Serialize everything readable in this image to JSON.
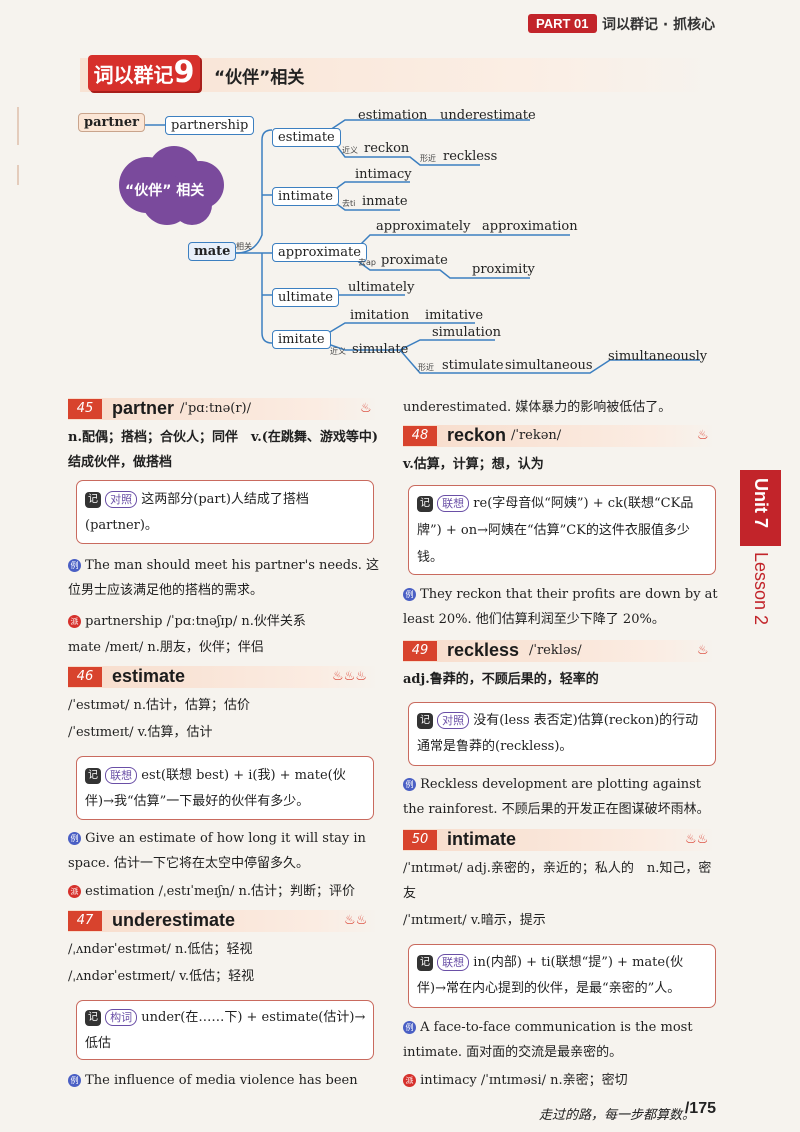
{
  "header": {
    "part": "PART 01",
    "title": "词以群记 · 抓核心"
  },
  "group": {
    "badge": "词以群记",
    "num": "9",
    "title": "“伙伴”相关"
  },
  "mindmap": {
    "partner": "partner",
    "partnership": "partnership",
    "cloud": "“伙伴” 相关",
    "root": "mate",
    "root_tag": "相关",
    "estimate": "estimate",
    "estimation": "estimation",
    "underestimate": "underestimate",
    "reckon": "reckon",
    "reckless": "reckless",
    "tag_syn": "近义",
    "tag_link": "形近",
    "intimate": "intimate",
    "intimacy": "intimacy",
    "inmate": "inmate",
    "tag_ne": "去ti",
    "approximate": "approximate",
    "approximately": "approximately",
    "approximation": "approximation",
    "proximate": "proximate",
    "proximity": "proximity",
    "tag_ap": "去ap",
    "ultimate": "ultimate",
    "ultimately": "ultimately",
    "imitate": "imitate",
    "imitation": "imitation",
    "imitative": "imitative",
    "simulation": "simulation",
    "simulate": "simulate",
    "stimulate": "stimulate",
    "simultaneous": "simultaneous",
    "simultaneously": "simultaneously"
  },
  "left": {
    "e45": {
      "num": "45",
      "word": "partner",
      "phon": "/ˈpɑːtnə(r)/",
      "flames": "♨",
      "def": "n.配偶；搭档；合伙人；同伴　v.(在跳舞、游戏等中)结成伙伴，做搭档",
      "memo_tag": "对照",
      "memo": "这两部分(part)人结成了搭档(partner)。",
      "ex": "The man should meet his partner's needs. 这位男士应该满足他的搭档的需求。",
      "der1": "partnership /ˈpɑːtnəʃɪp/ n.伙伴关系",
      "der2": "mate /meɪt/ n.朋友，伙伴；伴侣"
    },
    "e46": {
      "num": "46",
      "word": "estimate",
      "flames": "♨♨♨",
      "p1": "/ˈestɪmət/ n.估计，估算；估价",
      "p2": "/ˈestɪmeɪt/ v.估算，估计",
      "memo_tag": "联想",
      "memo": "est(联想 best) + i(我) + mate(伙伴)→我“估算”一下最好的伙伴有多少。",
      "ex": "Give an estimate of how long it will stay in space. 估计一下它将在太空中停留多久。",
      "der": "estimation /ˌestɪˈmeɪʃn/ n.估计；判断；评价"
    },
    "e47": {
      "num": "47",
      "word": "underestimate",
      "flames": "♨♨",
      "p1": "/ˌʌndərˈestɪmət/ n.低估；轻视",
      "p2": "/ˌʌndərˈestɪmeɪt/ v.低估；轻视",
      "memo_tag": "构词",
      "memo": "under(在……下) + estimate(估计)→低估",
      "ex": "The influence of media violence has been"
    }
  },
  "right": {
    "cont": "underestimated. 媒体暴力的影响被低估了。",
    "e48": {
      "num": "48",
      "word": "reckon",
      "phon": "/ˈrekən/",
      "flames": "♨",
      "def": "v.估算，计算；想，认为",
      "memo_tag": "联想",
      "memo": "re(字母音似“阿姨”) + ck(联想“CK品牌”) + on→阿姨在“估算”CK的这件衣服值多少钱。",
      "ex": "They reckon that their profits are down by at least 20%. 他们估算利润至少下降了 20%。"
    },
    "e49": {
      "num": "49",
      "word": "reckless",
      "phon": "/ˈrekləs/",
      "flames": "♨",
      "def": "adj.鲁莽的，不顾后果的，轻率的",
      "memo_tag": "对照",
      "memo": "没有(less 表否定)估算(reckon)的行动通常是鲁莽的(reckless)。",
      "ex": "Reckless development are plotting against the rainforest. 不顾后果的开发正在图谋破坏雨林。"
    },
    "e50": {
      "num": "50",
      "word": "intimate",
      "flames": "♨♨",
      "p1": "/ˈɪntɪmət/ adj.亲密的，亲近的；私人的　n.知己，密友",
      "p2": "/ˈɪntɪmeɪt/ v.暗示，提示",
      "memo_tag": "联想",
      "memo": "in(内部) + ti(联想“提”) + mate(伙伴)→常在内心提到的伙伴，是最“亲密的”人。",
      "ex": "A face-to-face communication is the most intimate. 面对面的交流是最亲密的。",
      "der": "intimacy /ˈɪntɪməsi/ n.亲密；密切"
    }
  },
  "side": {
    "unit": "Unit 7",
    "lesson": "Lesson 2"
  },
  "footer": {
    "motto": "走过的路，每一步都算数。",
    "page": "/175"
  }
}
